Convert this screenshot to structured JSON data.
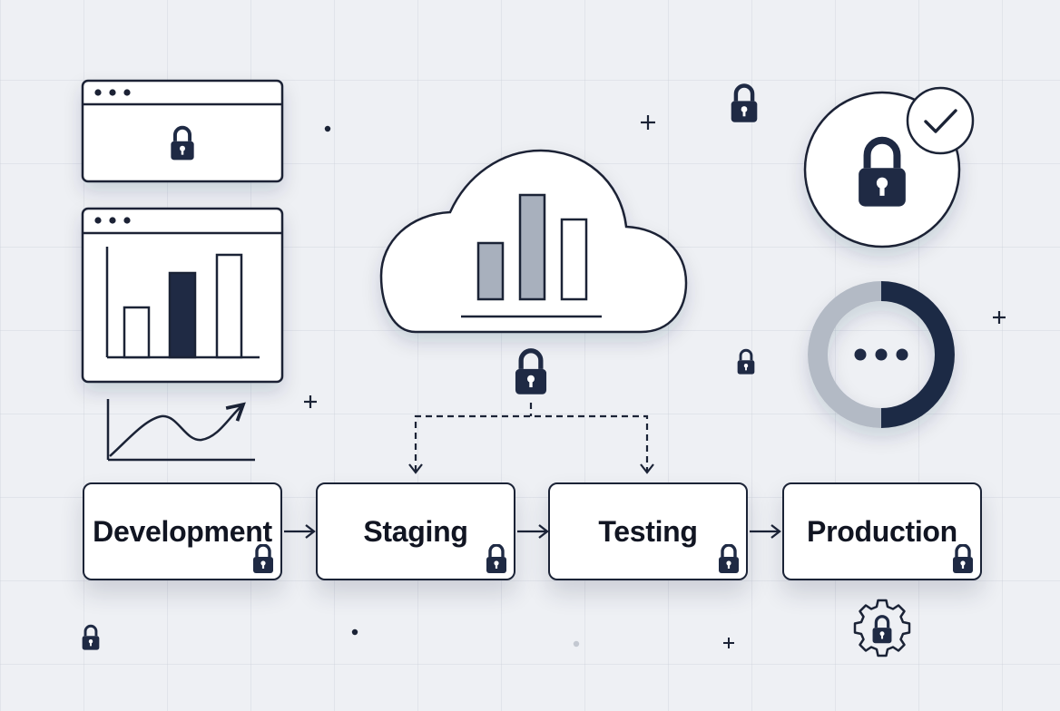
{
  "stages": [
    {
      "label": "Development"
    },
    {
      "label": "Staging"
    },
    {
      "label": "Testing"
    },
    {
      "label": "Production"
    }
  ],
  "colors": {
    "ink": "#1b2336",
    "navy_fill": "#1f2a44",
    "gray_fill": "#a8b0bd",
    "background": "#eef0f4",
    "panel": "#ffffff"
  },
  "icons": {
    "browser_window": "browser-window-icon",
    "cloud": "cloud-icon",
    "lock": "lock-icon",
    "check_badge": "check-badge-icon",
    "progress_ring": "progress-ring-icon",
    "gear_lock": "gear-lock-icon",
    "trend_line": "trend-line-icon"
  },
  "progress_ring": {
    "completed_fraction": 0.5
  }
}
